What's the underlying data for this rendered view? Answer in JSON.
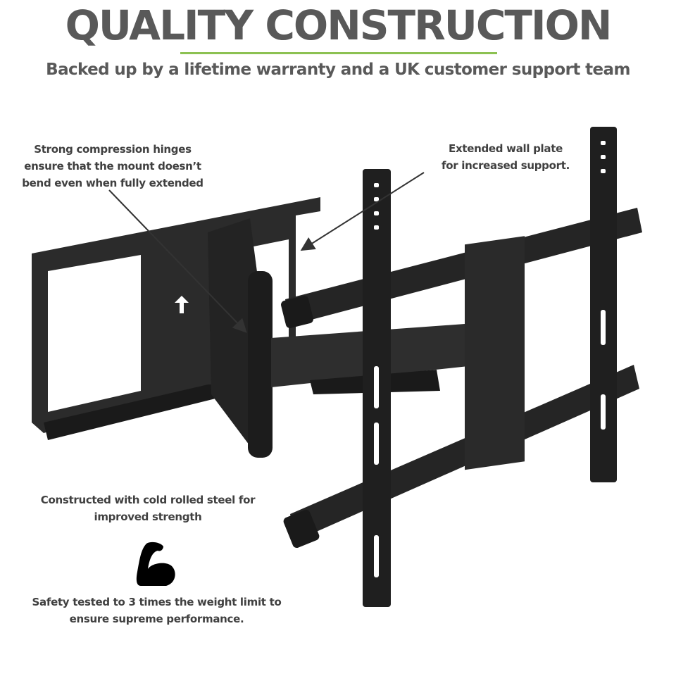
{
  "header": {
    "title": "QUALITY CONSTRUCTION",
    "subtitle": "Backed up by a lifetime warranty and a UK customer support team",
    "accent_color": "#8cc152"
  },
  "callouts": {
    "hinges": [
      "Strong compression hinges",
      "ensure that the mount doesn’t",
      "bend even when fully extended"
    ],
    "wall_plate": [
      "Extended wall plate",
      "for increased support."
    ],
    "steel": [
      "Constructed with cold rolled steel for",
      "improved strength"
    ],
    "safety": [
      "Safety tested to 3 times the weight limit to",
      "ensure supreme performance."
    ]
  },
  "icons": {
    "strength": "flexed-bicep-icon"
  }
}
